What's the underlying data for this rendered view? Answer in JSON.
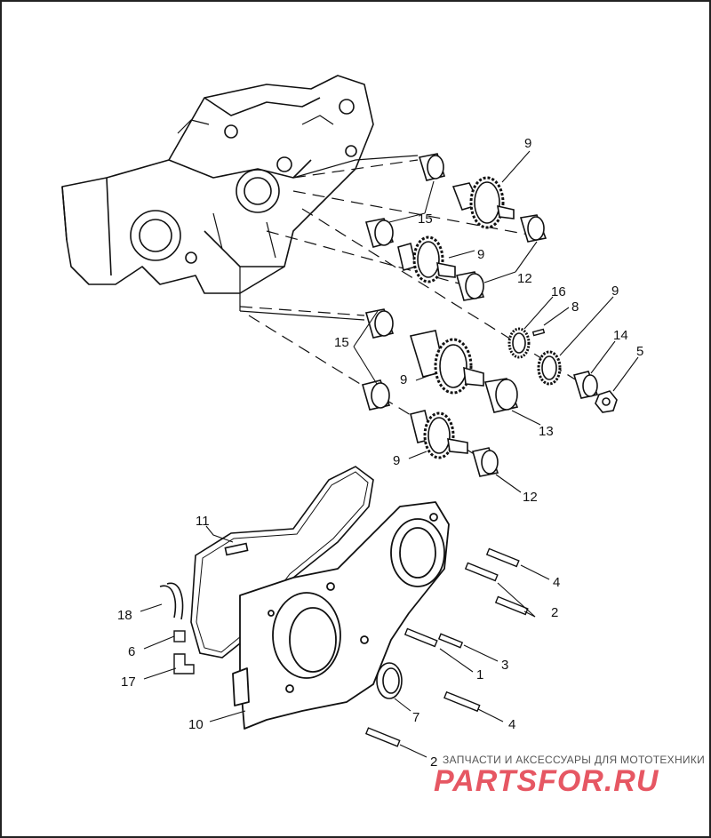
{
  "diagram": {
    "callouts": [
      {
        "id": "c9a",
        "label": "9"
      },
      {
        "id": "c15a",
        "label": "15"
      },
      {
        "id": "c9b",
        "label": "9"
      },
      {
        "id": "c12a",
        "label": "12"
      },
      {
        "id": "c16",
        "label": "16"
      },
      {
        "id": "c8",
        "label": "8"
      },
      {
        "id": "c9c",
        "label": "9"
      },
      {
        "id": "c14",
        "label": "14"
      },
      {
        "id": "c5",
        "label": "5"
      },
      {
        "id": "c15b",
        "label": "15"
      },
      {
        "id": "c9d",
        "label": "9"
      },
      {
        "id": "c13",
        "label": "13"
      },
      {
        "id": "c9e",
        "label": "9"
      },
      {
        "id": "c12b",
        "label": "12"
      },
      {
        "id": "c11",
        "label": "11"
      },
      {
        "id": "c4a",
        "label": "4"
      },
      {
        "id": "c2a",
        "label": "2"
      },
      {
        "id": "c18",
        "label": "18"
      },
      {
        "id": "c3",
        "label": "3"
      },
      {
        "id": "c1",
        "label": "1"
      },
      {
        "id": "c6",
        "label": "6"
      },
      {
        "id": "c17",
        "label": "17"
      },
      {
        "id": "c7",
        "label": "7"
      },
      {
        "id": "c4b",
        "label": "4"
      },
      {
        "id": "c10",
        "label": "10"
      },
      {
        "id": "c2b",
        "label": "2"
      }
    ]
  },
  "watermark": {
    "tagline": "ЗАПЧАСТИ И АКСЕССУАРЫ ДЛЯ МОТОТЕХНИКИ",
    "logo": "PARTSFOR.RU",
    "color": "#e23a48"
  }
}
